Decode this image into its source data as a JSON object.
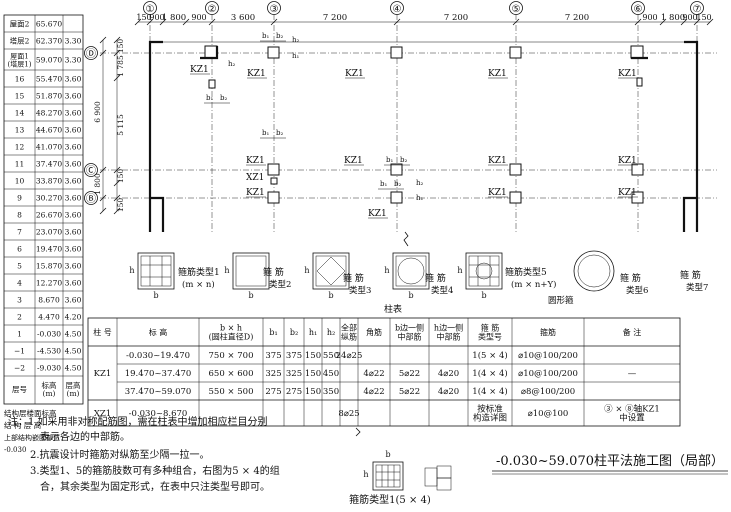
{
  "axes": {
    "bubbles": [
      "①",
      "②",
      "③",
      "④",
      "⑤",
      "⑥",
      "⑦"
    ],
    "row_bubbles": [
      "Ⓓ",
      "Ⓒ",
      "Ⓑ"
    ],
    "top_dims": [
      "150",
      "900",
      "1 800",
      "900",
      "3 600",
      "7 200",
      "7 200",
      "7 200",
      "900",
      "1 800",
      "900",
      "150"
    ],
    "left_dims": [
      "150",
      "1 785",
      "5 115",
      "6 900",
      "150",
      "1 800",
      "150"
    ]
  },
  "labels": {
    "kz1": "KZ1",
    "xz1": "XZ1",
    "b": "b",
    "h": "h",
    "b1": "b₁",
    "b2": "b₂",
    "h1": "h₁",
    "h2": "h₂"
  },
  "floor_table": {
    "rows": [
      [
        "屋面2",
        "65.670",
        ""
      ],
      [
        "塔层2",
        "62.370",
        "3.30"
      ],
      [
        "屋面1\n(塔层1)",
        "59.070",
        "3.30"
      ],
      [
        "16",
        "55.470",
        "3.60"
      ],
      [
        "15",
        "51.870",
        "3.60"
      ],
      [
        "14",
        "48.270",
        "3.60"
      ],
      [
        "13",
        "44.670",
        "3.60"
      ],
      [
        "12",
        "41.070",
        "3.60"
      ],
      [
        "11",
        "37.470",
        "3.60"
      ],
      [
        "10",
        "33.870",
        "3.60"
      ],
      [
        "9",
        "30.270",
        "3.60"
      ],
      [
        "8",
        "26.670",
        "3.60"
      ],
      [
        "7",
        "23.070",
        "3.60"
      ],
      [
        "6",
        "19.470",
        "3.60"
      ],
      [
        "5",
        "15.870",
        "3.60"
      ],
      [
        "4",
        "12.270",
        "3.60"
      ],
      [
        "3",
        "8.670",
        "3.60"
      ],
      [
        "2",
        "4.470",
        "4.20"
      ],
      [
        "1",
        "-0.030",
        "4.50"
      ],
      [
        "−1",
        "-4.530",
        "4.50"
      ],
      [
        "−2",
        "-9.030",
        "4.50"
      ]
    ],
    "header": [
      "层号",
      "标高\n(m)",
      "层高\n(m)"
    ],
    "caption1": "结构层楼面标高",
    "caption2": "结  构  层  高",
    "caption3": "上部结构嵌固部位：",
    "caption4": "-0.030"
  },
  "hoop_types": [
    {
      "label": "箍筋类型1",
      "sub": "(m × n)"
    },
    {
      "label": "箍  筋",
      "sub": "类型2"
    },
    {
      "label": "箍  筋",
      "sub": "类型3"
    },
    {
      "label": "箍  筋",
      "sub": "类型4"
    },
    {
      "label": "箍筋类型5",
      "sub": "(m × n+Y)"
    },
    {
      "label": "箍  筋",
      "sub": "类型6"
    },
    {
      "label": "箍  筋",
      "sub": "类型7"
    }
  ],
  "table_caption": "柱表",
  "round_hoop": "圆形箍",
  "column_table": {
    "headers": [
      "柱 号",
      "标    高",
      "b × h\n(圆柱直径D)",
      "b₁",
      "b₂",
      "h₁",
      "h₂",
      "全部\n纵筋",
      "角筋",
      "b边一侧\n中部筋",
      "h边一侧\n中部筋",
      "箍  筋\n类型号",
      "箍筋",
      "备  注"
    ],
    "rows": [
      [
        "",
        "-0.030~19.470",
        "750 × 700",
        "375",
        "375",
        "150",
        "550",
        "24⌀25",
        "",
        "",
        "",
        "1(5 × 4)",
        "⌀10@100/200",
        ""
      ],
      [
        "KZ1",
        "19.470~37.470",
        "650 × 600",
        "325",
        "325",
        "150",
        "450",
        "",
        "4⌀22",
        "5⌀22",
        "4⌀20",
        "1(4 × 4)",
        "⌀10@100/200",
        "—"
      ],
      [
        "",
        "37.470~59.070",
        "550 × 500",
        "275",
        "275",
        "150",
        "350",
        "",
        "4⌀22",
        "5⌀22",
        "4⌀20",
        "1(4 × 4)",
        "⌀8@100/200",
        ""
      ],
      [
        "XZ1",
        "-0.030~8.670",
        "",
        "",
        "",
        "",
        "",
        "8⌀25",
        "",
        "",
        "",
        "按标准\n构造详图",
        "⌀10@100",
        "③ × ⑧轴KZ1\n中设置"
      ]
    ]
  },
  "notes": [
    "注：1.如采用非对称配筋图，需在柱表中增加相应栏目分别",
    "表示各边的中部筋。",
    "2.抗震设计时箍筋对纵筋至少隔一拉一。",
    "3.类型1、5的箍筋肢数可有多种组合，右图为5 × 4的组",
    "合，其余类型为固定形式，在表中只注类型号即可。"
  ],
  "bottom_hoop_label": "箍筋类型1(5 × 4)",
  "drawing_title": "-0.030~59.070柱平法施工图（局部）"
}
